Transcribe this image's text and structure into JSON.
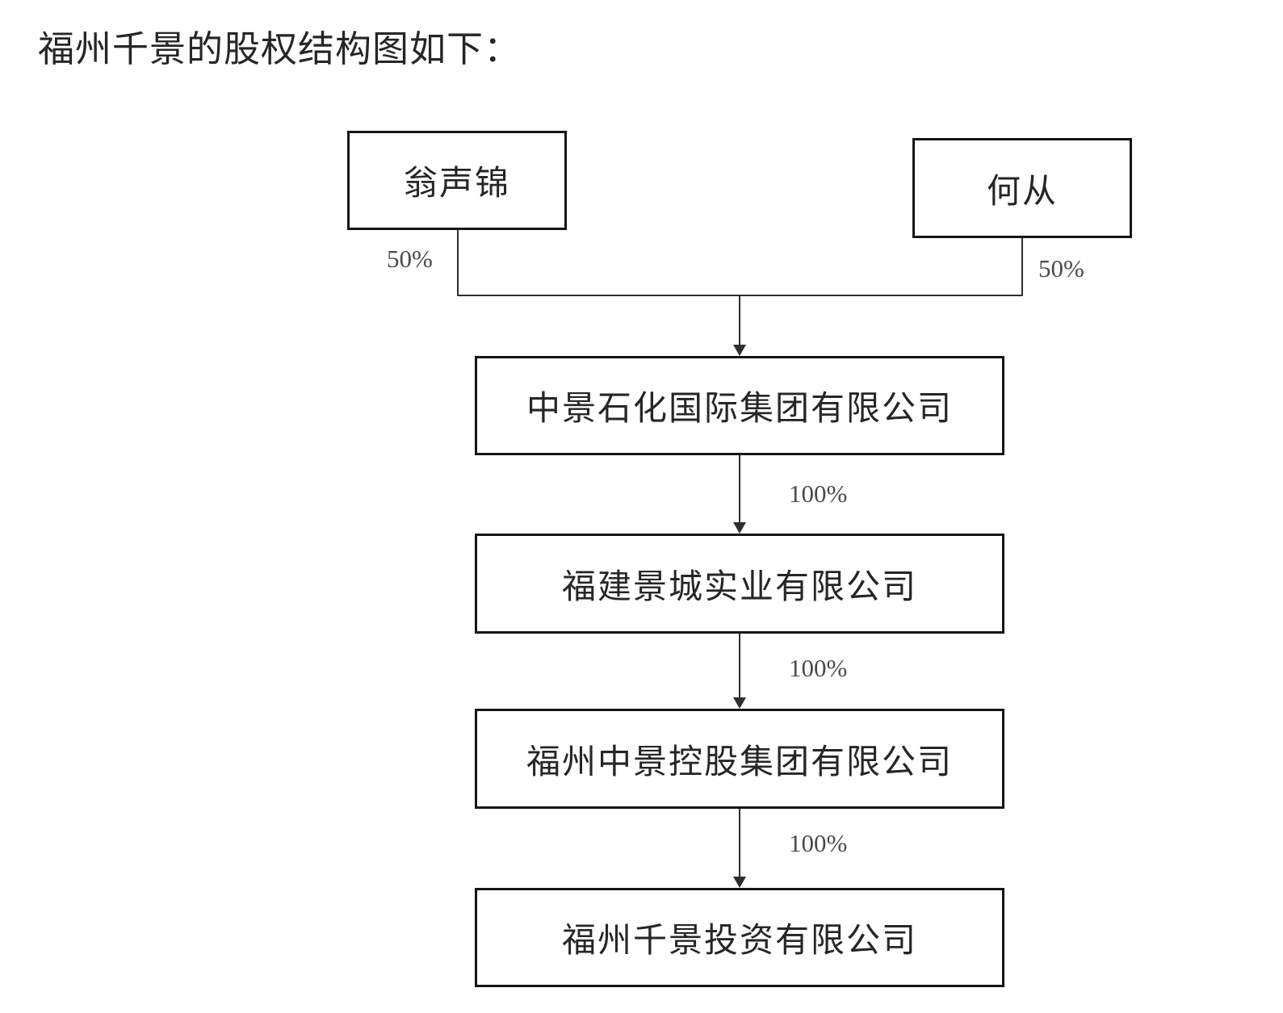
{
  "title": "福州千景的股权结构图如下：",
  "theme": {
    "line": "#2e2e2e",
    "border": "#151515",
    "text": "#262626",
    "percent_text": "#4a4a4a",
    "background": "#ffffff"
  },
  "diagram": {
    "type": "equity-structure-flowchart",
    "nodes": [
      {
        "id": "weng-shengjin",
        "label": "翁声锦"
      },
      {
        "id": "he-cong",
        "label": "何从"
      },
      {
        "id": "zhongjing-petrochemical",
        "label": "中景石化国际集团有限公司"
      },
      {
        "id": "fujian-jingcheng",
        "label": "福建景城实业有限公司"
      },
      {
        "id": "fuzhou-zhongjing-holding",
        "label": "福州中景控股集团有限公司"
      },
      {
        "id": "fuzhou-qianjing-invest",
        "label": "福州千景投资有限公司"
      }
    ],
    "edges": [
      {
        "from": "weng-shengjin",
        "to": "zhongjing-petrochemical",
        "label": "50%"
      },
      {
        "from": "he-cong",
        "to": "zhongjing-petrochemical",
        "label": "50%"
      },
      {
        "from": "zhongjing-petrochemical",
        "to": "fujian-jingcheng",
        "label": "100%"
      },
      {
        "from": "fujian-jingcheng",
        "to": "fuzhou-zhongjing-holding",
        "label": "100%"
      },
      {
        "from": "fuzhou-zhongjing-holding",
        "to": "fuzhou-qianjing-invest",
        "label": "100%"
      }
    ]
  }
}
